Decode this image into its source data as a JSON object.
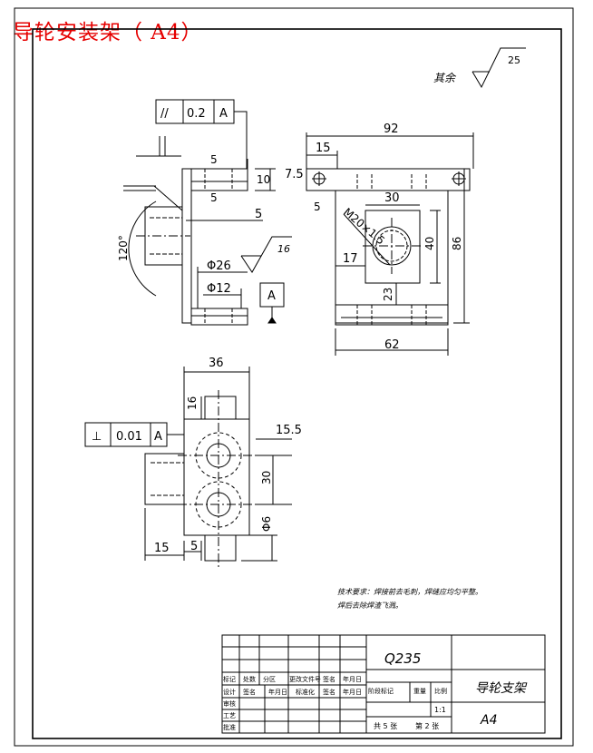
{
  "title": "导轮安装架（ A4）",
  "surface_finish": {
    "label": "其余",
    "value": "25"
  },
  "top_left_fcf": {
    "symbol": "//",
    "tolerance": "0.2",
    "datum": "A"
  },
  "bottom_fcf": {
    "symbol": "⊥",
    "tolerance": "0.01",
    "datum": "A"
  },
  "datum_label": "A",
  "roughness_small": "16",
  "dims_front": {
    "d5a": "5",
    "d5b": "5",
    "d10": "10",
    "d5c": "5",
    "angle": "120°",
    "dia26": "Φ26",
    "dia12": "Φ12"
  },
  "dims_side": {
    "w92": "92",
    "w15": "15",
    "w7_5": "7.5",
    "w30": "30",
    "thread": "M20×1.5",
    "d5": "5",
    "h40": "40",
    "h86": "86",
    "w17": "17",
    "h23": "23",
    "w62": "62"
  },
  "dims_top": {
    "w36": "36",
    "h16": "16",
    "w15_5": "15.5",
    "h30": "30",
    "dia6": "Φ6",
    "w15": "15",
    "w5": "5"
  },
  "notes": {
    "line1": "技术要求：焊接前去毛刺，焊缝应均匀平整。",
    "line2": "焊后去除焊渣飞溅。"
  },
  "title_block": {
    "material": "Q235",
    "part_name": "导轮支架",
    "size": "A4",
    "scale": "1:1",
    "sheet_info": {
      "total": "共 5 张",
      "sheet": "第 2 张"
    },
    "row_labels": [
      "标记",
      "设计",
      "审核",
      "工艺",
      "批准"
    ],
    "col_labels": [
      "处数",
      "分区",
      "更改文件号",
      "签名",
      "年月日"
    ],
    "design_cols": [
      "签名",
      "年月日",
      "标准化",
      "签名",
      "年月日"
    ],
    "stage_labels": [
      "阶段标记",
      "重量",
      "比例"
    ]
  }
}
